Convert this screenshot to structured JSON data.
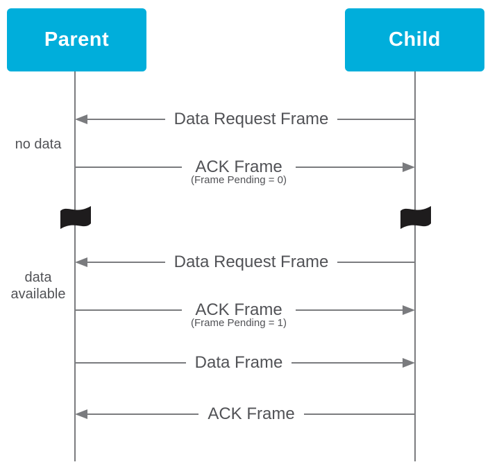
{
  "diagram": {
    "type": "sequence",
    "actors": [
      {
        "name": "Parent"
      },
      {
        "name": "Child"
      }
    ],
    "messages": [
      {
        "label": "Data Request Frame",
        "from": "Child",
        "to": "Parent",
        "direction": "left"
      },
      {
        "label": "ACK Frame",
        "sublabel": "(Frame Pending = 0)",
        "from": "Parent",
        "to": "Child",
        "direction": "right"
      },
      {
        "label": "Data Request Frame",
        "from": "Child",
        "to": "Parent",
        "direction": "left"
      },
      {
        "label": "ACK Frame",
        "sublabel": "(Frame Pending = 1)",
        "from": "Parent",
        "to": "Child",
        "direction": "right"
      },
      {
        "label": "Data Frame",
        "from": "Parent",
        "to": "Child",
        "direction": "right"
      },
      {
        "label": "ACK Frame",
        "from": "Child",
        "to": "Parent",
        "direction": "left"
      }
    ],
    "side_notes": [
      {
        "label": "no data"
      },
      {
        "label": "data available"
      }
    ],
    "break_icons": [
      {
        "icon": "flag-icon",
        "on": "Parent"
      },
      {
        "icon": "flag-icon",
        "on": "Child"
      }
    ],
    "colors": {
      "actor_bg": "#00AEDB",
      "actor_text": "#FFFFFF",
      "line": "#7A7B7E",
      "text": "#515256",
      "flag": "#1E1C1D",
      "background": "#FFFFFF"
    }
  }
}
